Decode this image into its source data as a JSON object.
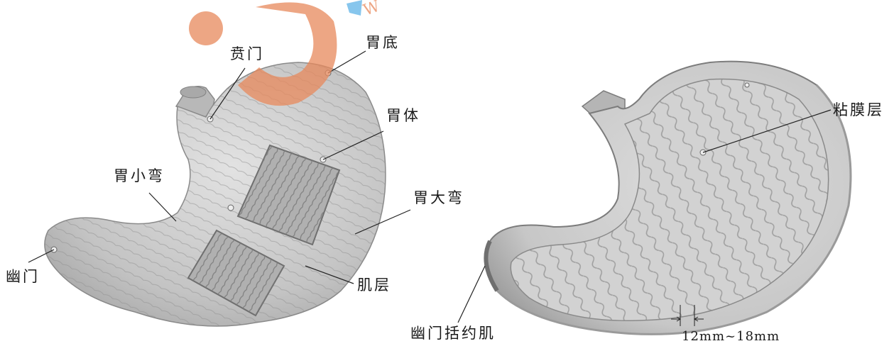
{
  "labels": {
    "cardia": "贲门",
    "fundus": "胃底",
    "body": "胃体",
    "lesser_curvature": "胃小弯",
    "greater_curvature": "胃大弯",
    "pylorus": "幽门",
    "muscle_layer": "肌层",
    "mucosa_layer": "粘膜层",
    "pyloric_sphincter": "幽门括约肌",
    "wall_thickness": "12mm~18mm"
  },
  "colors": {
    "stomach_fill": "#c9c9c9",
    "stomach_shade": "#9e9e9e",
    "watermark_orange": "#e8895c",
    "watermark_blue": "#5fb3e8"
  }
}
